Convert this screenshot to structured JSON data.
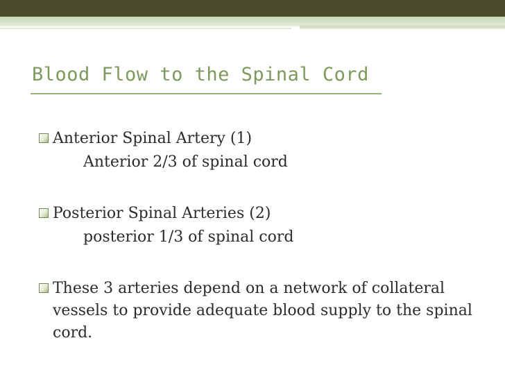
{
  "slide": {
    "title": "Blood Flow to the Spinal Cord",
    "points": [
      {
        "heading": "Anterior Spinal Artery (1)",
        "detail": "Anterior 2/3 of spinal cord"
      },
      {
        "heading": "Posterior Spinal Arteries (2)",
        "detail": "posterior 1/3 of spinal cord"
      },
      {
        "heading": "These 3 arteries depend on a network of collateral vessels to provide adequate blood supply to the spinal cord."
      }
    ]
  },
  "colors": {
    "header_bar": "#4b4a2a",
    "accent": "#c9d7b4",
    "title": "#7d9a5c",
    "text": "#2b2b2b"
  },
  "icons": {
    "bullet": "square-bullet-icon"
  }
}
